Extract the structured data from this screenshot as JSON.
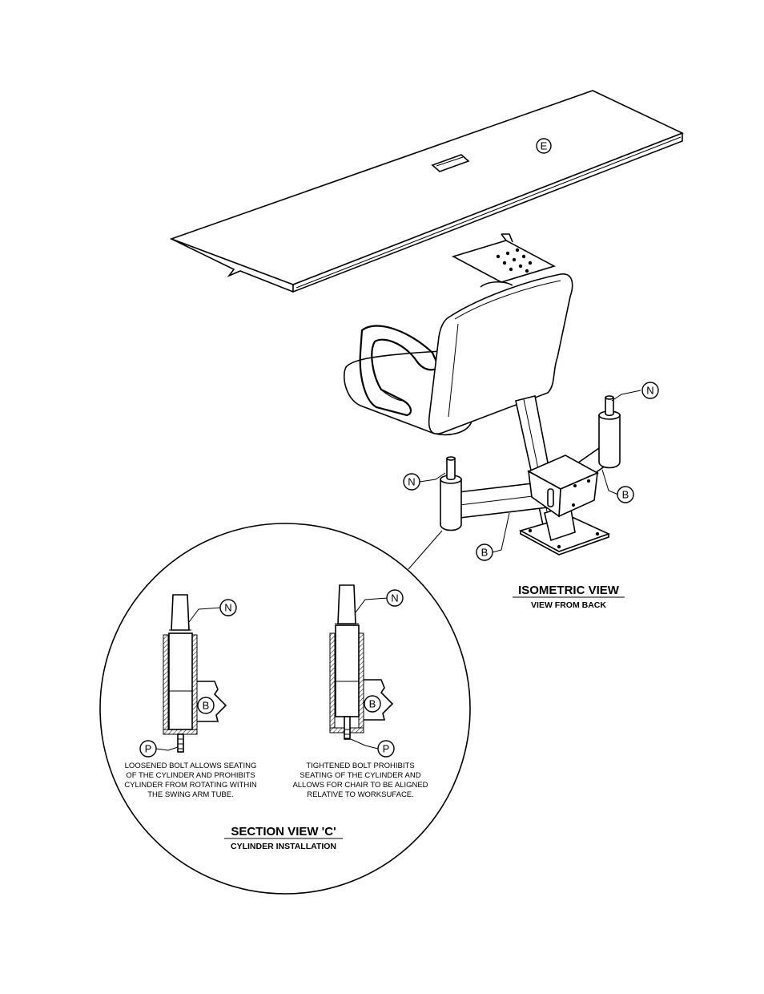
{
  "callouts": {
    "worksurface": "E",
    "cylinder": "N",
    "swing_arm": "B",
    "bolt": "P"
  },
  "isometric_view": {
    "title": "ISOMETRIC VIEW",
    "subtitle": "VIEW FROM BACK"
  },
  "section_view": {
    "title": "SECTION VIEW 'C'",
    "subtitle": "CYLINDER INSTALLATION",
    "left_note": [
      "LOOSENED BOLT ALLOWS SEATING",
      "OF THE CYLINDER AND PROHIBITS",
      "CYLINDER FROM ROTATING WITHIN",
      "THE SWING ARM TUBE."
    ],
    "right_note": [
      "TIGHTENED BOLT PROHIBITS",
      "SEATING OF THE CYLINDER AND",
      "ALLOWS FOR CHAIR TO BE ALIGNED",
      "RELATIVE TO WORKSUFACE."
    ]
  },
  "colors": {
    "line": "#000000",
    "background": "#ffffff"
  }
}
